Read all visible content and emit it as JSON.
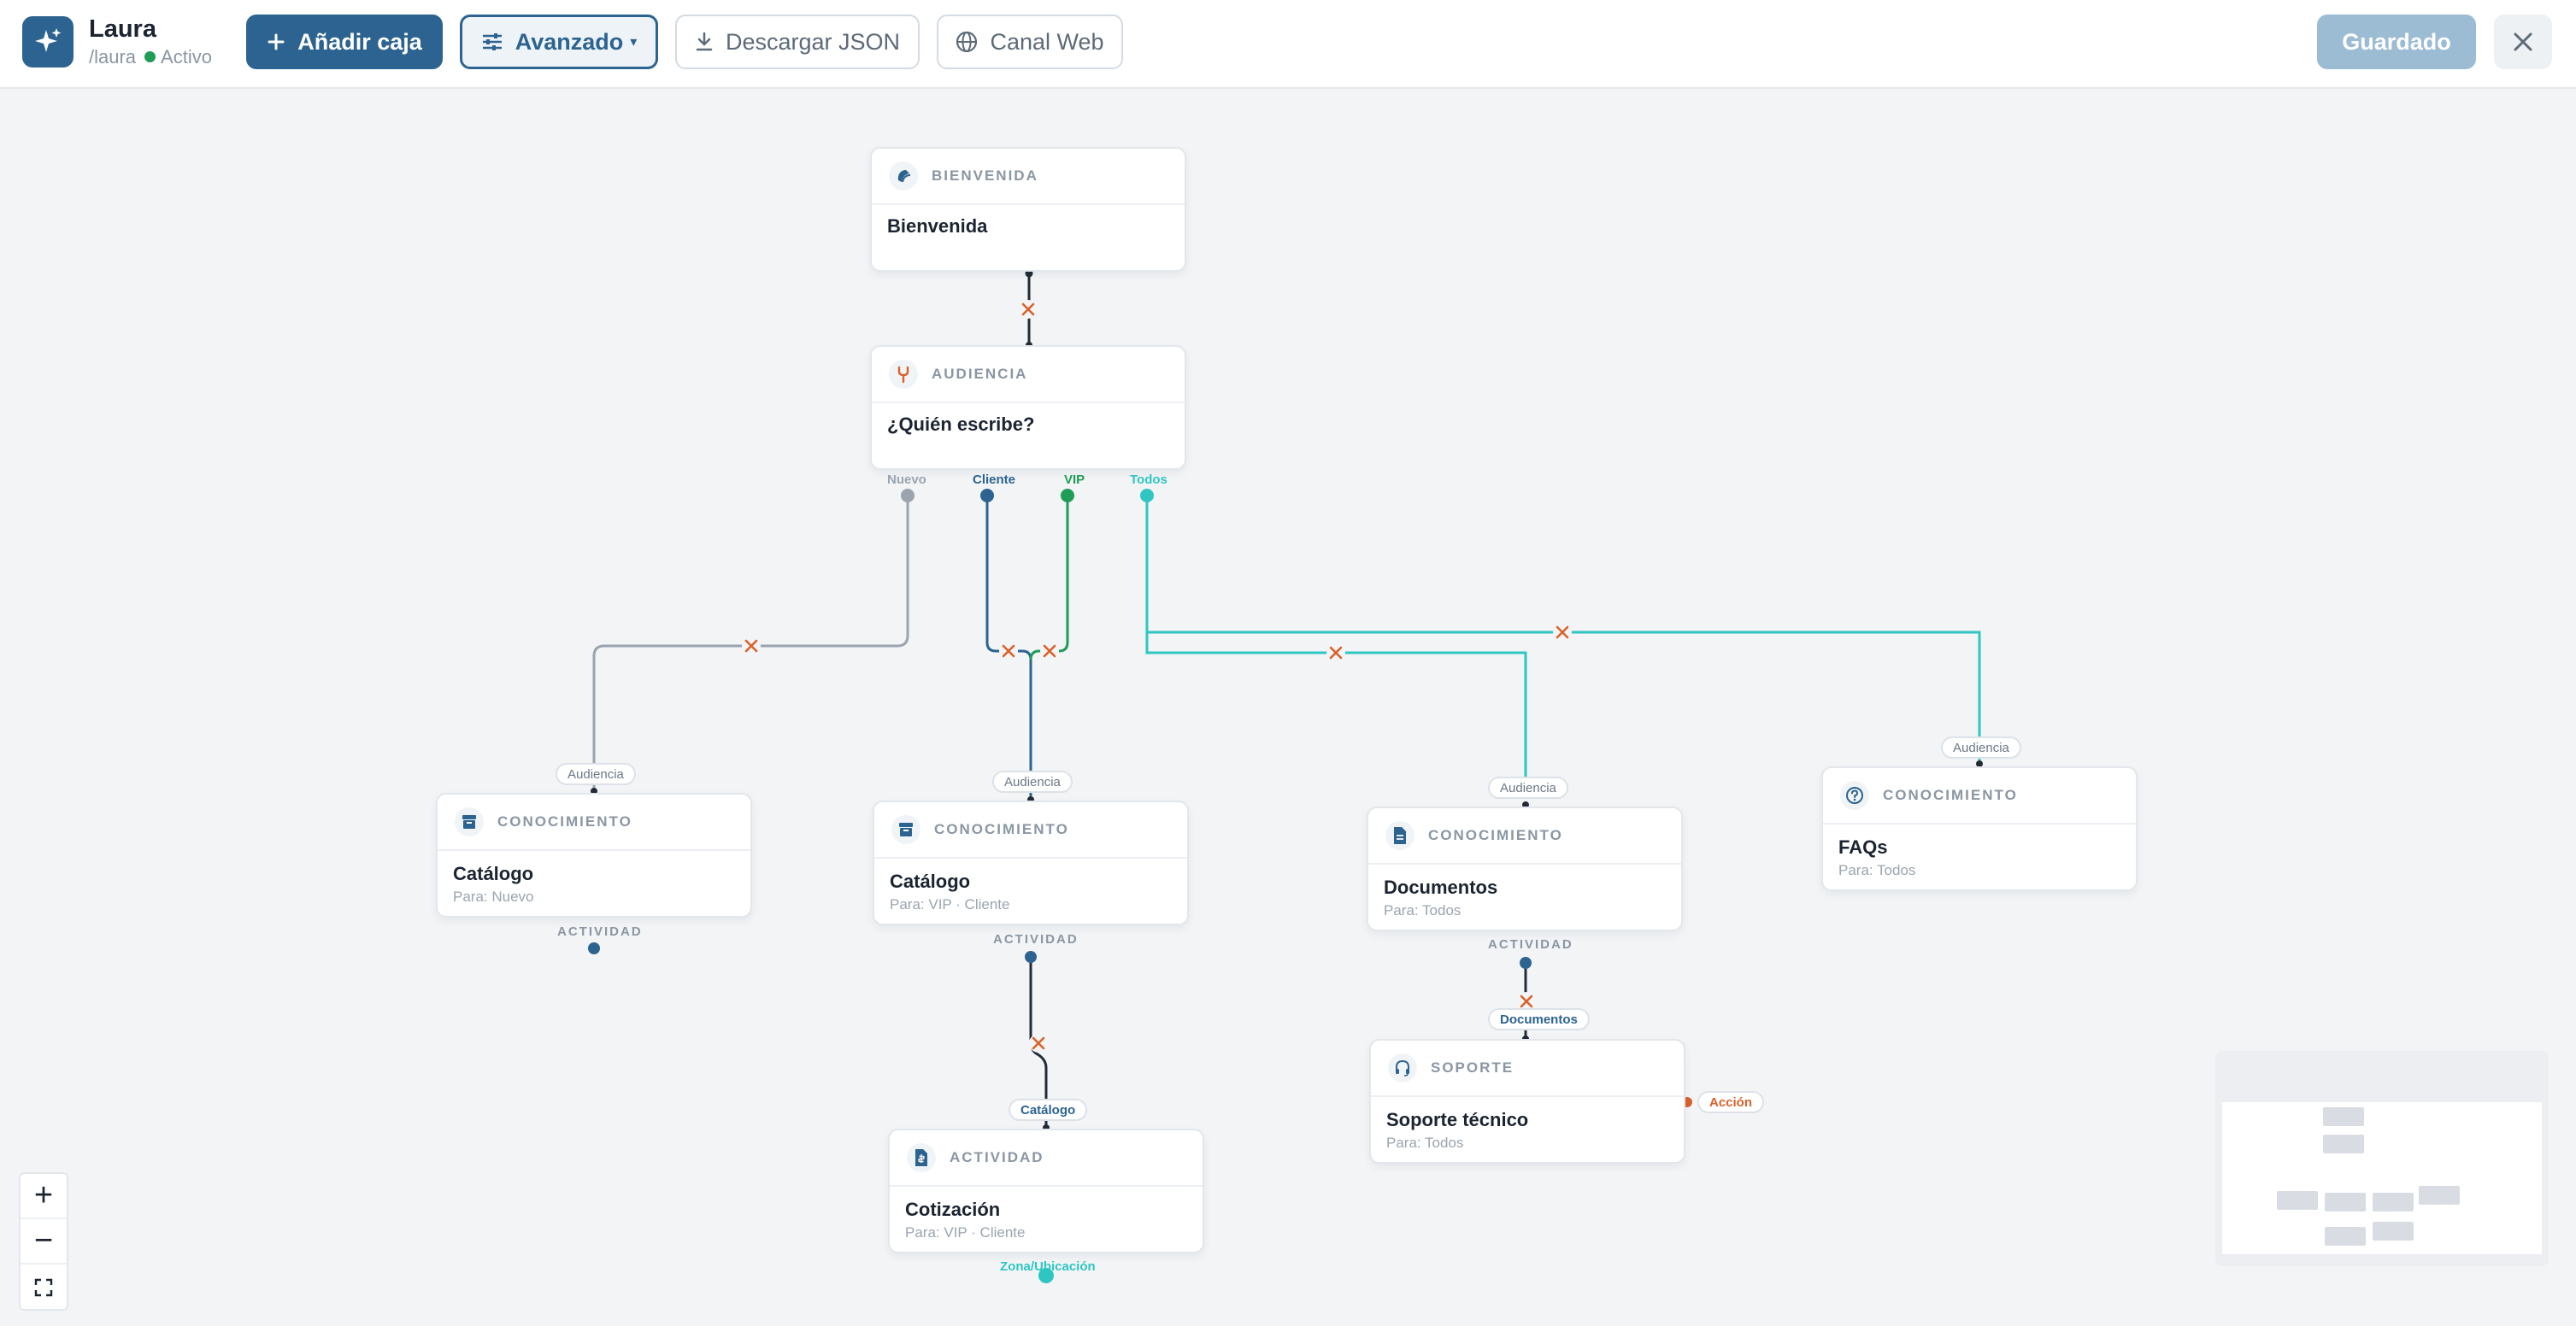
{
  "header": {
    "title": "Laura",
    "slug": "/laura",
    "status": "Activo",
    "add_box_label": "Añadir caja",
    "advanced_label": "Avanzado",
    "download_label": "Descargar JSON",
    "web_channel_label": "Canal Web",
    "saved_label": "Guardado",
    "icons": [
      "sparkle-icon",
      "plus-icon",
      "sliders-icon",
      "download-icon",
      "globe-icon",
      "close-icon"
    ]
  },
  "colors": {
    "primary": "#2c6390",
    "teal": "#2fc6c2",
    "green": "#1f9d57",
    "gray": "#9aa4af",
    "accent_orange": "#d9622b"
  },
  "nodes": {
    "welcome": {
      "type": "BIENVENIDA",
      "title": "Bienvenida"
    },
    "audience": {
      "type": "AUDIENCIA",
      "title": "¿Quién escribe?",
      "ports": {
        "nuevo": "Nuevo",
        "cliente": "Cliente",
        "vip": "VIP",
        "todos": "Todos"
      }
    },
    "catalog_new": {
      "type": "CONOCIMIENTO",
      "title": "Catálogo",
      "sub": "Para: Nuevo",
      "in_label": "Audiencia",
      "out_label": "ACTIVIDAD"
    },
    "catalog_vip": {
      "type": "CONOCIMIENTO",
      "title": "Catálogo",
      "sub": "Para: VIP · Cliente",
      "in_label": "Audiencia",
      "out_label": "ACTIVIDAD"
    },
    "documents": {
      "type": "CONOCIMIENTO",
      "title": "Documentos",
      "sub": "Para: Todos",
      "in_label": "Audiencia",
      "out_label": "ACTIVIDAD"
    },
    "faqs": {
      "type": "CONOCIMIENTO",
      "title": "FAQs",
      "sub": "Para: Todos",
      "in_label": "Audiencia"
    },
    "quote": {
      "type": "ACTIVIDAD",
      "title": "Cotización",
      "sub": "Para: VIP · Cliente",
      "in_label": "Catálogo",
      "out_label": "Zona/Ubicación"
    },
    "support": {
      "type": "SOPORTE",
      "title": "Soporte técnico",
      "sub": "Para: Todos",
      "in_label": "Documentos",
      "action_label": "Acción"
    }
  },
  "controls": {
    "zoom_in": "+",
    "zoom_out": "−",
    "fit_icon": "fit-screen-icon"
  }
}
